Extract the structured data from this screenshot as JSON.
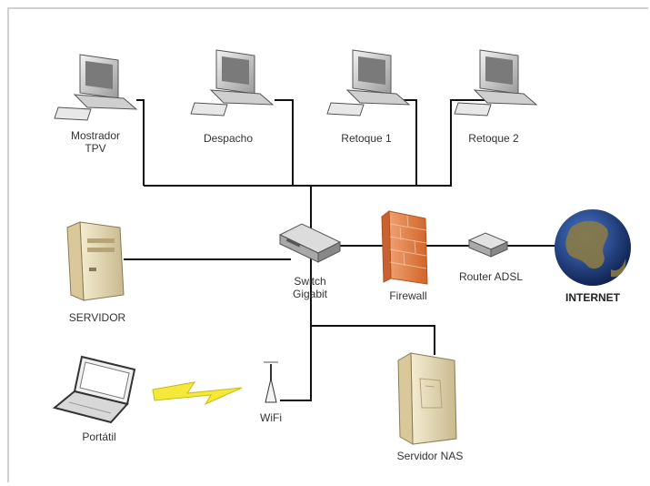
{
  "labels": {
    "pc1_line1": "Mostrador",
    "pc1_line2": "TPV",
    "pc2": "Despacho",
    "pc3": "Retoque 1",
    "pc4": "Retoque 2",
    "servidor": "SERVIDOR",
    "switch_line1": "Switch",
    "switch_line2": "Gigabit",
    "firewall": "Firewall",
    "router": "Router ADSL",
    "internet": "INTERNET",
    "portatil": "Portátil",
    "wifi": "WiFi",
    "nas": "Servidor NAS"
  },
  "colors": {
    "line": "#111111",
    "firewall": "#e8874a",
    "globe_ocean": "#1d3a78",
    "globe_land": "#8a7a45",
    "computer_body": "#d4d4d4",
    "server_body": "#e8dcb8",
    "lightning": "#f4e83a"
  },
  "icons": [
    "desktop-pc-icon",
    "server-tower-icon",
    "switch-icon",
    "firewall-icon",
    "router-icon",
    "globe-icon",
    "laptop-icon",
    "wifi-antenna-icon",
    "nas-server-icon",
    "lightning-icon"
  ]
}
